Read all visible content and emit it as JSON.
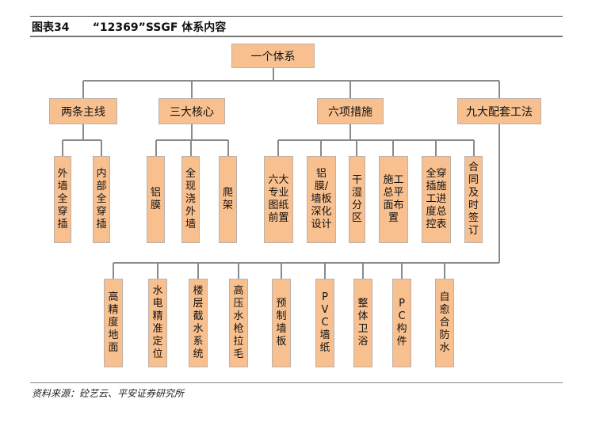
{
  "header": {
    "label": "图表34",
    "title": "“12369”SSGF 体系内容"
  },
  "root": "一个体系",
  "level2": [
    "两条主线",
    "三大核心",
    "六项措施",
    "九大配套工法"
  ],
  "two_lines": [
    "外墙全穿插",
    "内部全穿插"
  ],
  "three_core": [
    "铝膜",
    "全现浇外墙",
    "爬架"
  ],
  "six_measures": [
    "六大专业图纸前置",
    "铝膜/墙板深化设计",
    "干湿分区",
    "施工总平面布置",
    "全穿插施工进度总控表",
    "合同及时签订"
  ],
  "nine_methods": [
    "高精度地面",
    "水电精准定位",
    "楼层截水系统",
    "高压水枪拉毛",
    "预制墙板",
    "PVC 墙纸",
    "整体卫浴",
    "PC 构件",
    "自愈合防水"
  ],
  "source": "资料来源：砼艺云、平安证券研究所",
  "colors": {
    "box": "#F9C08F",
    "line": "#8a8a8a"
  }
}
